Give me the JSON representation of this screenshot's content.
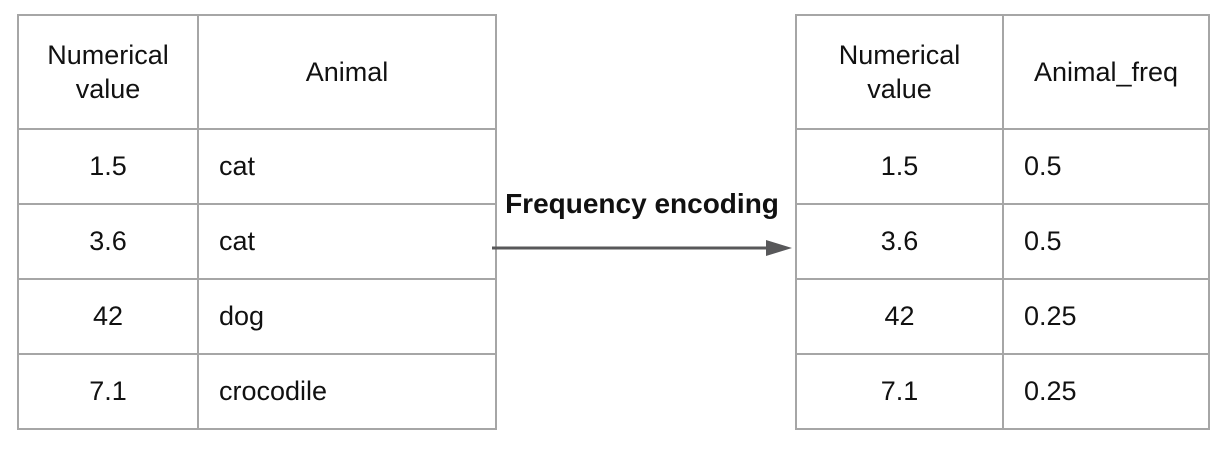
{
  "diagram": {
    "label": "Frequency encoding"
  },
  "left_table": {
    "headers": [
      "Numerical value",
      "Animal"
    ],
    "rows": [
      [
        "1.5",
        "cat"
      ],
      [
        "3.6",
        "cat"
      ],
      [
        "42",
        "dog"
      ],
      [
        "7.1",
        "crocodile"
      ]
    ]
  },
  "right_table": {
    "headers": [
      "Numerical value",
      "Animal_freq"
    ],
    "rows": [
      [
        "1.5",
        "0.5"
      ],
      [
        "3.6",
        "0.5"
      ],
      [
        "42",
        "0.25"
      ],
      [
        "7.1",
        "0.25"
      ]
    ]
  },
  "colors": {
    "table-border": "#a6a6a6",
    "arrow": "#58585a",
    "text": "#111111",
    "background": "#ffffff"
  }
}
